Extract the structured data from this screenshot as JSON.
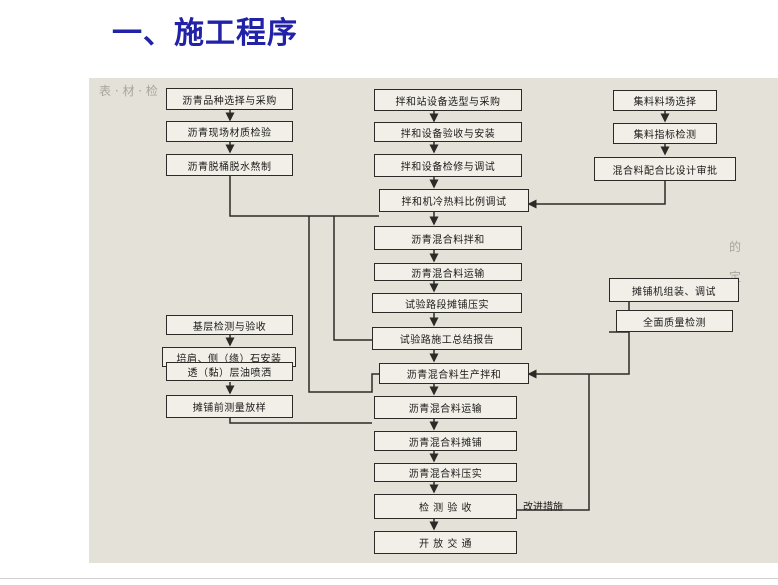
{
  "title": "一、施工程序",
  "nodes": {
    "n1": "沥青品种选择与采购",
    "n2": "沥青现场材质检验",
    "n3": "沥青脱桶脱水熬制",
    "m1": "拌和站设备选型与采购",
    "m2": "拌和设备验收与安装",
    "m3": "拌和设备检修与调试",
    "m4": "拌和机冷热料比例调试",
    "r1": "集料料场选择",
    "r2": "集料指标检测",
    "r3": "混合料配合比设计审批",
    "c1": "沥青混合料拌和",
    "c2": "沥青混合料运输",
    "c3": "试验路段摊铺压实",
    "c4": "试验路施工总结报告",
    "c5": "沥青混合料生产拌和",
    "c6": "沥青混合料运输",
    "c7": "沥青混合料摊铺",
    "c8": "沥青混合料压实",
    "c9": "检 测 验 收",
    "c10": "开 放 交 通",
    "l1": "基层检测与验收",
    "l2": "培肩、侧（缘）石安装",
    "l3": "透（黏）层油喷洒",
    "l4": "摊铺前测量放样",
    "p1": "摊铺机组装、调试",
    "p2": "全面质量检测"
  },
  "edge_labels": {
    "improve": "改进措施"
  },
  "colors": {
    "title": "#2222a8",
    "line": "#2c2a26",
    "photo_bg": "#e4e1d8"
  }
}
